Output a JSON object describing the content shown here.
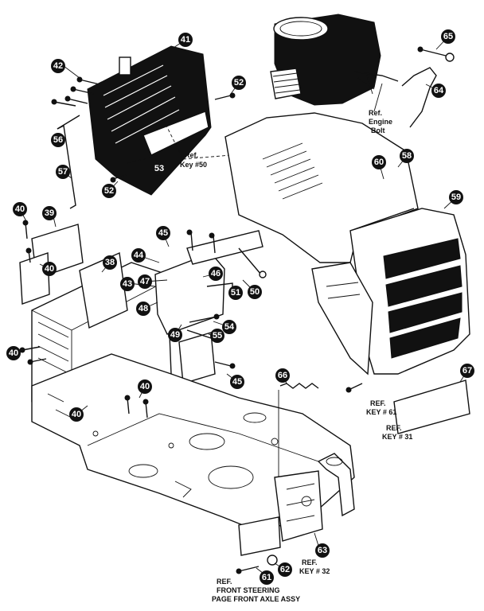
{
  "callouts": [
    {
      "id": "c41",
      "label": "41"
    },
    {
      "id": "c42",
      "label": "42"
    },
    {
      "id": "c52a",
      "label": "52"
    },
    {
      "id": "c56",
      "label": "56"
    },
    {
      "id": "c53a",
      "label": "53"
    },
    {
      "id": "c52b",
      "label": "52"
    },
    {
      "id": "c57",
      "label": "57"
    },
    {
      "id": "c65",
      "label": "65"
    },
    {
      "id": "c64",
      "label": "64"
    },
    {
      "id": "c58",
      "label": "58"
    },
    {
      "id": "c60",
      "label": "60"
    },
    {
      "id": "c59",
      "label": "59"
    },
    {
      "id": "c40a",
      "label": "40"
    },
    {
      "id": "c39",
      "label": "39"
    },
    {
      "id": "c40b",
      "label": "40"
    },
    {
      "id": "c38",
      "label": "38"
    },
    {
      "id": "c45a",
      "label": "45"
    },
    {
      "id": "c44",
      "label": "44"
    },
    {
      "id": "c47",
      "label": "47"
    },
    {
      "id": "c43",
      "label": "43"
    },
    {
      "id": "c46",
      "label": "46"
    },
    {
      "id": "c48",
      "label": "48"
    },
    {
      "id": "c49",
      "label": "49"
    },
    {
      "id": "c51a",
      "label": "51"
    },
    {
      "id": "c50",
      "label": "50"
    },
    {
      "id": "c54",
      "label": "54"
    },
    {
      "id": "c55",
      "label": "55"
    },
    {
      "id": "c45b",
      "label": "45"
    },
    {
      "id": "c40c",
      "label": "40"
    },
    {
      "id": "c40d",
      "label": "40"
    },
    {
      "id": "c40e",
      "label": "40"
    },
    {
      "id": "c66",
      "label": "66"
    },
    {
      "id": "c67",
      "label": "67"
    },
    {
      "id": "c61",
      "label": "61"
    },
    {
      "id": "c62",
      "label": "62"
    },
    {
      "id": "c63",
      "label": "63"
    }
  ],
  "references": {
    "key50": [
      "Ref.",
      "Key #50"
    ],
    "engine_bolt": [
      "Ref.",
      "Engine",
      "Bolt"
    ],
    "key61": [
      "REF.",
      "KEY # 61"
    ],
    "key31": [
      "REF.",
      "KEY # 31"
    ],
    "key32": [
      "REF.",
      "KEY # 32"
    ],
    "front_steering": [
      "REF.",
      "FRONT STEERING",
      "PAGE FRONT AXLE ASSY"
    ]
  }
}
